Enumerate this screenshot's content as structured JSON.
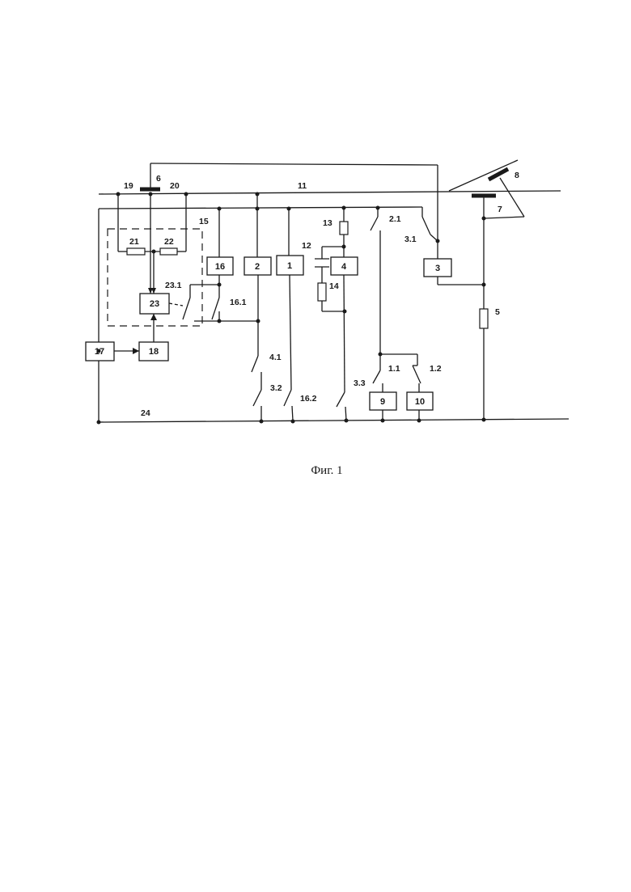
{
  "figure": {
    "caption": "Фиг. 1",
    "blocks": {
      "b1": "1",
      "b2": "2",
      "b3": "3",
      "b4": "4",
      "b9": "9",
      "b10": "10",
      "b16": "16",
      "b17": "17",
      "b18": "18",
      "b23": "23"
    },
    "resistors": {
      "r5": "5",
      "r13": "13",
      "r14": "14",
      "r21": "21",
      "r22": "22"
    },
    "labels": {
      "n6": "6",
      "n7": "7",
      "n8": "8",
      "n11": "11",
      "n12": "12",
      "n15": "15",
      "n19": "19",
      "n20": "20",
      "n24": "24"
    },
    "contacts": {
      "c1_1": "1.1",
      "c1_2": "1.2",
      "c2_1": "2.1",
      "c3_1": "3.1",
      "c3_2": "3.2",
      "c3_3": "3.3",
      "c4_1": "4.1",
      "c16_1": "16.1",
      "c16_2": "16.2",
      "c23_1": "23.1"
    }
  }
}
